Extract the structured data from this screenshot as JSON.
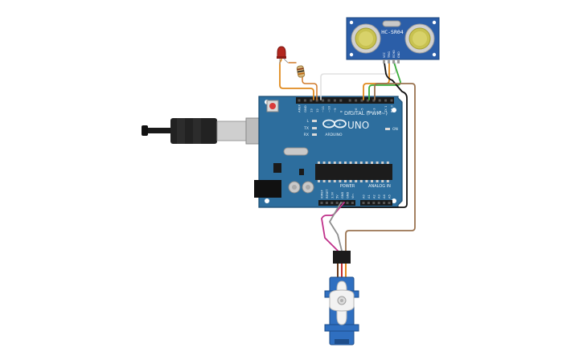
{
  "board": {
    "brand_text": "ARDUINO",
    "model_text": "UNO",
    "digital_label": "DIGITAL (PWM~)",
    "power_label": "POWER",
    "analog_label": "ANALOG IN",
    "on_label": "ON",
    "l_label": "L",
    "tx_label": "TX",
    "rx_label": "RX",
    "digital_pins": [
      "AREF",
      "GND",
      "13",
      "12",
      "~11",
      "~10",
      "~9",
      "8",
      "7",
      "~6",
      "~5",
      "4",
      "~3",
      "2",
      "TX 1",
      "RX 0"
    ],
    "power_pins": [
      "IOREF",
      "RESET",
      "3.3V",
      "5V",
      "GND",
      "GND",
      "Vin"
    ],
    "analog_pins": [
      "A0",
      "A1",
      "A2",
      "A3",
      "A4",
      "A5"
    ]
  },
  "sensor": {
    "model_text": "HC-SR04",
    "pins": [
      "VCC",
      "TRIG",
      "ECHO",
      "GND"
    ]
  },
  "colors": {
    "board_blue": "#2d6e9e",
    "board_dark": "#1f4f74",
    "sensor_blue": "#2b5ea8",
    "servo_blue": "#2f6fc0",
    "wire_orange": "#e08a1e",
    "wire_green": "#3cae3c",
    "wire_black": "#111111",
    "wire_brown": "#9a7350",
    "wire_magenta": "#c0308a",
    "wire_gray": "#8f8f8f",
    "wire_white": "#e8e8e8",
    "led_red": "#b3261e"
  }
}
